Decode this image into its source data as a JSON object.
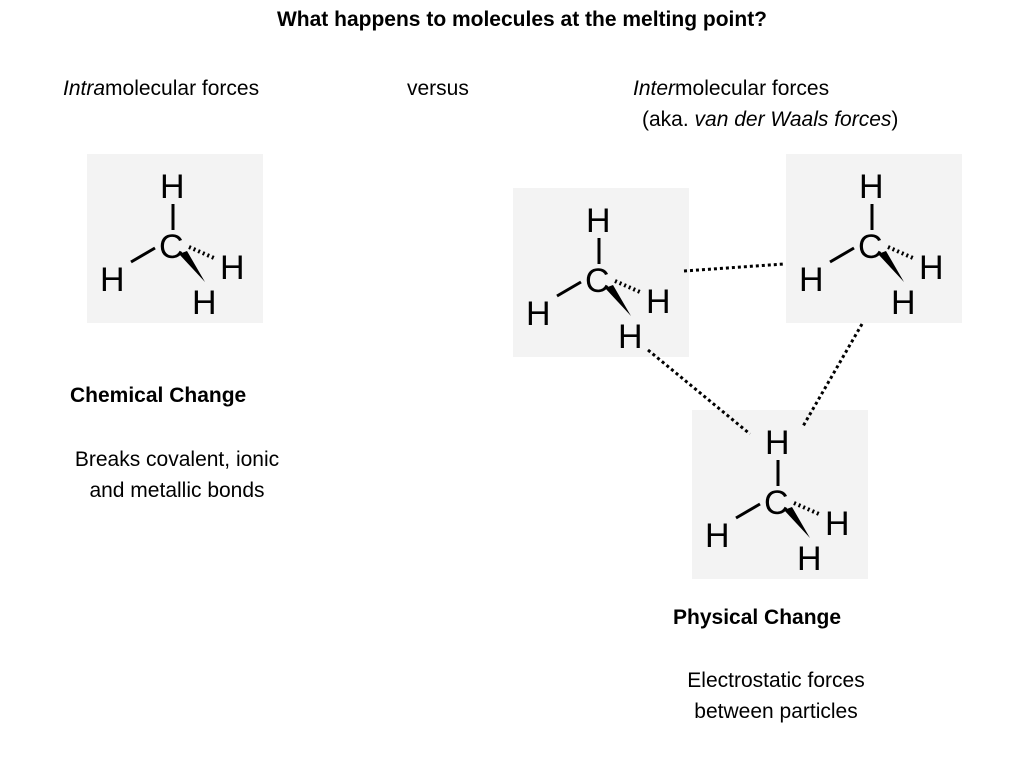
{
  "title": "What happens to molecules at the melting point?",
  "left_heading": {
    "italic": "Intra",
    "rest": "molecular forces"
  },
  "middle_heading": "versus",
  "right_heading": {
    "italic": "Inter",
    "rest": "molecular forces",
    "aka_prefix": "(aka. ",
    "aka_italic": "van der Waals forces",
    "aka_suffix": ")"
  },
  "left_section": {
    "title": "Chemical Change",
    "description_line1": "Breaks covalent, ionic",
    "description_line2": "and metallic bonds"
  },
  "right_section": {
    "title": "Physical Change",
    "description_line1": "Electrostatic forces",
    "description_line2": "between particles"
  },
  "molecule": {
    "center_atom": "C",
    "outer_atom": "H"
  }
}
